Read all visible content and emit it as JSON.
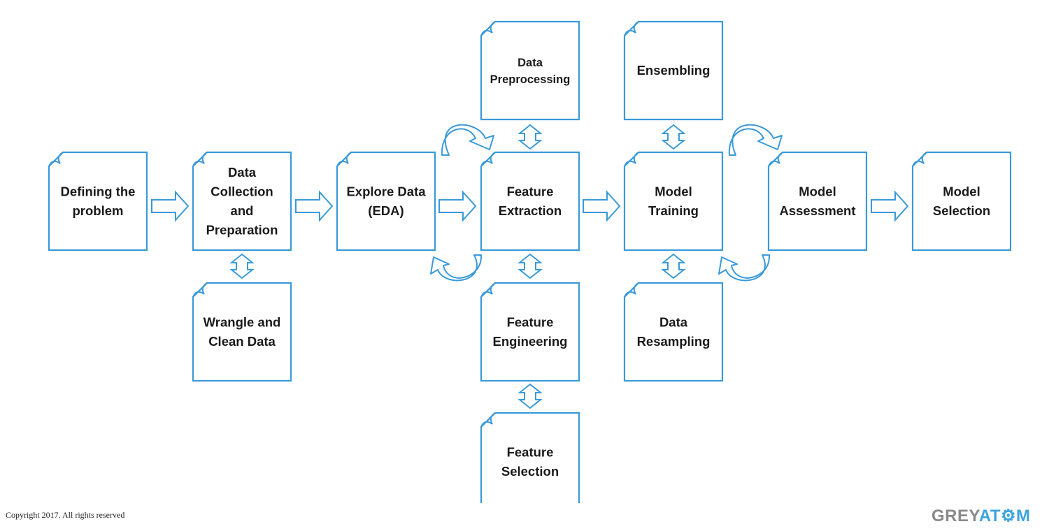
{
  "nodes": [
    {
      "id": "defining",
      "lines": [
        "Defining the",
        "problem"
      ]
    },
    {
      "id": "collection",
      "lines": [
        "Data",
        "Collection",
        "and",
        "Preparation"
      ]
    },
    {
      "id": "wrangle",
      "lines": [
        "Wrangle and",
        "Clean Data"
      ]
    },
    {
      "id": "explore",
      "lines": [
        "Explore Data",
        "(EDA)"
      ]
    },
    {
      "id": "preprocessing",
      "lines": [
        "Data",
        "Preprocessing"
      ]
    },
    {
      "id": "extraction",
      "lines": [
        "Feature",
        "Extraction"
      ]
    },
    {
      "id": "engineering",
      "lines": [
        "Feature",
        "Engineering"
      ]
    },
    {
      "id": "selection",
      "lines": [
        "Feature",
        "Selection"
      ]
    },
    {
      "id": "ensembling",
      "lines": [
        "Ensembling"
      ]
    },
    {
      "id": "training",
      "lines": [
        "Model",
        "Training"
      ]
    },
    {
      "id": "resampling",
      "lines": [
        "Data",
        "Resampling"
      ]
    },
    {
      "id": "assessment",
      "lines": [
        "Model",
        "Assessment"
      ]
    },
    {
      "id": "model_selection",
      "lines": [
        "Model",
        "Selection"
      ]
    }
  ],
  "footer": {
    "copyright": "Copyright 2017. All rights reserved"
  },
  "logo": {
    "part1": "GREY",
    "part2": "AT",
    "part3": "M"
  },
  "colors": {
    "stroke": "#3a9ad9",
    "text": "#1a1a1a"
  }
}
